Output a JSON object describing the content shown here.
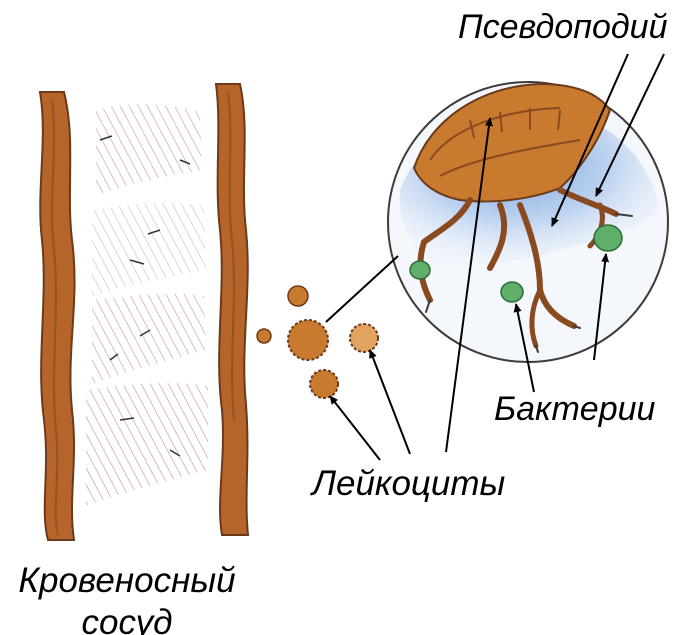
{
  "labels": {
    "pseudopod": "Псевдоподий",
    "bacteria": "Бактерии",
    "leukocytes": "Лейкоциты",
    "vessel_line1": "Кровеносный",
    "vessel_line2": "сосуд"
  },
  "colors": {
    "vessel_wall": "#b5652a",
    "blood_hatch": "#b08070",
    "leukocyte": "#c87a2e",
    "cytoplasm_blue": "#6f9fd8",
    "bacteria_green": "#5fae6a",
    "outline": "#3c3c3c",
    "text": "#000000"
  }
}
